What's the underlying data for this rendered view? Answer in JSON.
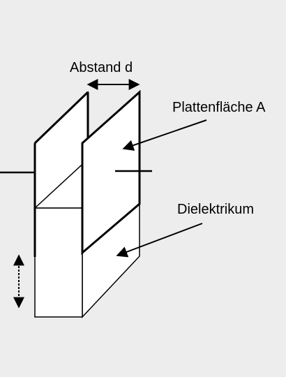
{
  "labels": {
    "distance": "Abstand d",
    "plate_area": "Plattenfläche A",
    "dielectric": "Dielektrikum"
  },
  "colors": {
    "background": "#ededed",
    "stroke": "#000000",
    "fill": "#ffffff"
  }
}
